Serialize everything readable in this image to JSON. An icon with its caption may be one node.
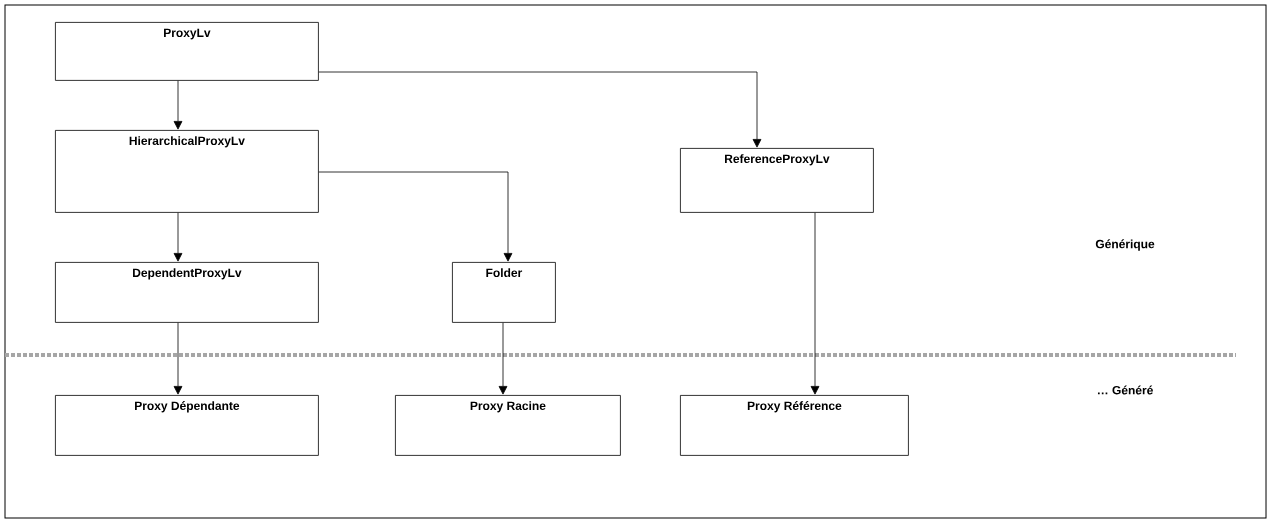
{
  "diagram": {
    "nodes": [
      {
        "text": [
          "ProxyLv"
        ]
      },
      {
        "text": [
          "HierarchicalProxyLv"
        ]
      },
      {
        "text": [
          "ReferenceProxyLv"
        ]
      },
      {
        "text": [
          "DependentProxyLv"
        ]
      },
      {
        "text": [
          "Folder"
        ]
      },
      {
        "text": [
          "Proxy Dépendante"
        ]
      },
      {
        "text": [
          "Proxy Racine"
        ]
      },
      {
        "text": [
          "Proxy Référence"
        ]
      }
    ],
    "edges": [
      {
        "from": 0,
        "to": 1,
        "arrow": "to"
      },
      {
        "from": 0,
        "to": 2,
        "arrow": "to"
      },
      {
        "from": 1,
        "to": 3,
        "arrow": "to"
      },
      {
        "from": 1,
        "to": 4,
        "arrow": "to"
      },
      {
        "from": 3,
        "to": 5,
        "arrow": "to"
      },
      {
        "from": 4,
        "to": 6,
        "arrow": "to"
      },
      {
        "from": 2,
        "to": 7,
        "arrow": "to"
      }
    ],
    "labels": [
      "Générique",
      "… Généré"
    ]
  }
}
